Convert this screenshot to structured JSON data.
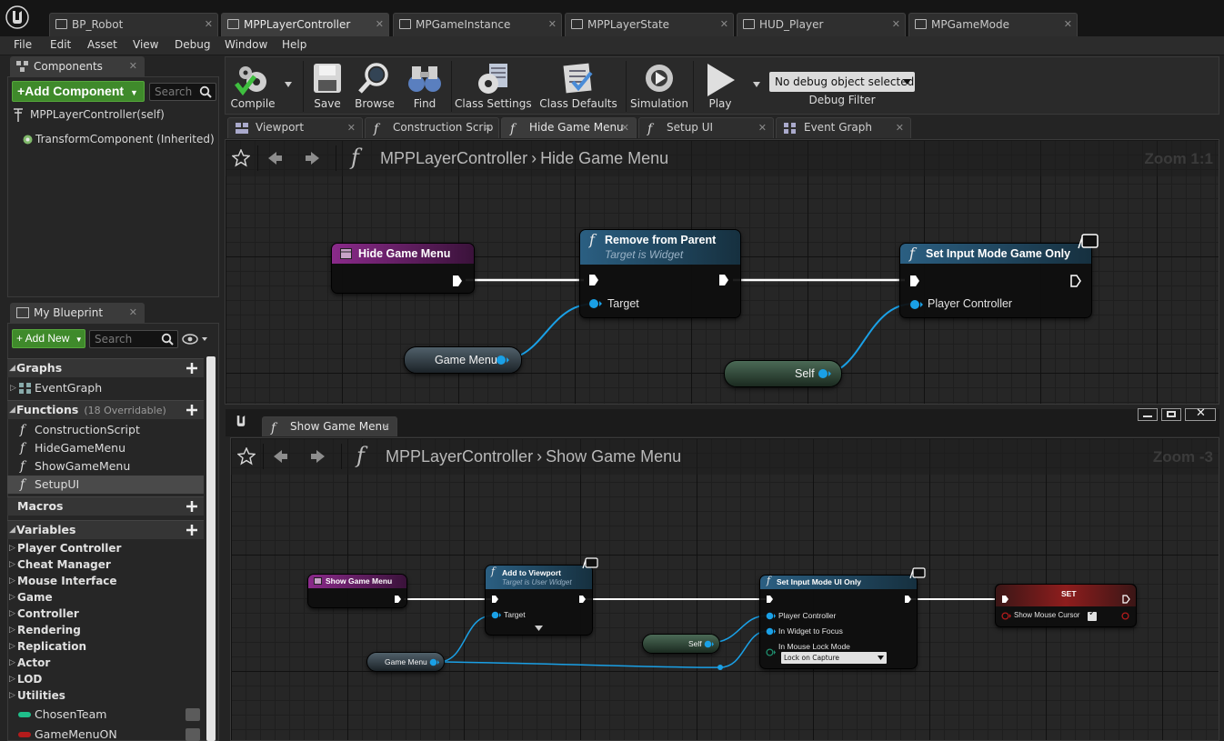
{
  "doc_tabs": [
    {
      "label": "BP_Robot",
      "active": false
    },
    {
      "label": "MPPLayerController",
      "active": true
    },
    {
      "label": "MPGameInstance",
      "active": false
    },
    {
      "label": "MPPLayerState",
      "active": false
    },
    {
      "label": "HUD_Player",
      "active": false
    },
    {
      "label": "MPGameMode",
      "active": false
    }
  ],
  "menu": [
    "File",
    "Edit",
    "Asset",
    "View",
    "Debug",
    "Window",
    "Help"
  ],
  "components_panel": {
    "tab_label": "Components",
    "add_button": "+Add Component",
    "search_placeholder": "Search",
    "items": [
      "MPPLayerController(self)",
      "TransformComponent (Inherited)"
    ]
  },
  "my_blueprint": {
    "tab_label": "My Blueprint",
    "add_button": "+ Add New",
    "search_placeholder": "Search",
    "graphs_header": "Graphs",
    "graphs": [
      "EventGraph"
    ],
    "functions_header": "Functions",
    "functions_sub": "(18 Overridable)",
    "functions": [
      "ConstructionScript",
      "HideGameMenu",
      "ShowGameMenu",
      "SetupUI"
    ],
    "selected_function": "SetupUI",
    "macros_header": "Macros",
    "variables_header": "Variables",
    "variable_categories": [
      "Player Controller",
      "Cheat Manager",
      "Mouse Interface",
      "Game",
      "Controller",
      "Rendering",
      "Replication",
      "Actor",
      "LOD",
      "Utilities"
    ],
    "variables": [
      {
        "name": "ChosenTeam",
        "color": "#1fbf8a"
      },
      {
        "name": "GameMenuON",
        "color": "#b31b1b"
      }
    ]
  },
  "toolbar": {
    "compile": "Compile",
    "save": "Save",
    "browse": "Browse",
    "find": "Find",
    "class_settings": "Class Settings",
    "class_defaults": "Class Defaults",
    "simulation": "Simulation",
    "play": "Play",
    "debug_select": "No debug object selected",
    "debug_filter": "Debug Filter"
  },
  "graph_tabs": [
    {
      "label": "Viewport",
      "icon": "viewport-icon"
    },
    {
      "label": "Construction Scrip",
      "icon": "function-icon"
    },
    {
      "label": "Hide Game Menu",
      "icon": "function-icon",
      "active": true
    },
    {
      "label": "Setup UI",
      "icon": "function-icon"
    },
    {
      "label": "Event Graph",
      "icon": "graph-icon"
    }
  ],
  "graph_top": {
    "breadcrumb_root": "MPPLayerController",
    "breadcrumb_leaf": "Hide Game Menu",
    "zoom": "Zoom 1:1",
    "nodes": {
      "entry": "Hide Game Menu",
      "remove": {
        "title": "Remove from Parent",
        "subtitle": "Target is Widget",
        "pin": "Target"
      },
      "set_input": {
        "title": "Set Input Mode Game Only",
        "pin": "Player Controller"
      },
      "game_menu": "Game Menu",
      "self": "Self"
    }
  },
  "graph_bottom": {
    "tab_label": "Show Game Menu",
    "breadcrumb_root": "MPPLayerController",
    "breadcrumb_leaf": "Show Game Menu",
    "zoom": "Zoom -3",
    "nodes": {
      "entry": "Show Game Menu",
      "add_viewport": {
        "title": "Add to Viewport",
        "subtitle": "Target is User Widget",
        "pin": "Target"
      },
      "set_input_ui": {
        "title": "Set Input Mode UI Only",
        "pins": [
          "Player Controller",
          "In Widget to Focus",
          "In Mouse Lock Mode"
        ],
        "lock_mode": "Lock on Capture"
      },
      "set": {
        "title": "SET",
        "pin": "Show Mouse Cursor"
      },
      "game_menu": "Game Menu",
      "self": "Self"
    }
  },
  "colors": {
    "accent_green": "#3f8a2b",
    "event_node": "#7a1f78",
    "function_node": "#1f4a63",
    "set_node": "#8e1d1d",
    "exec_wire": "#ffffff",
    "object_wire": "#1aa0e6"
  }
}
